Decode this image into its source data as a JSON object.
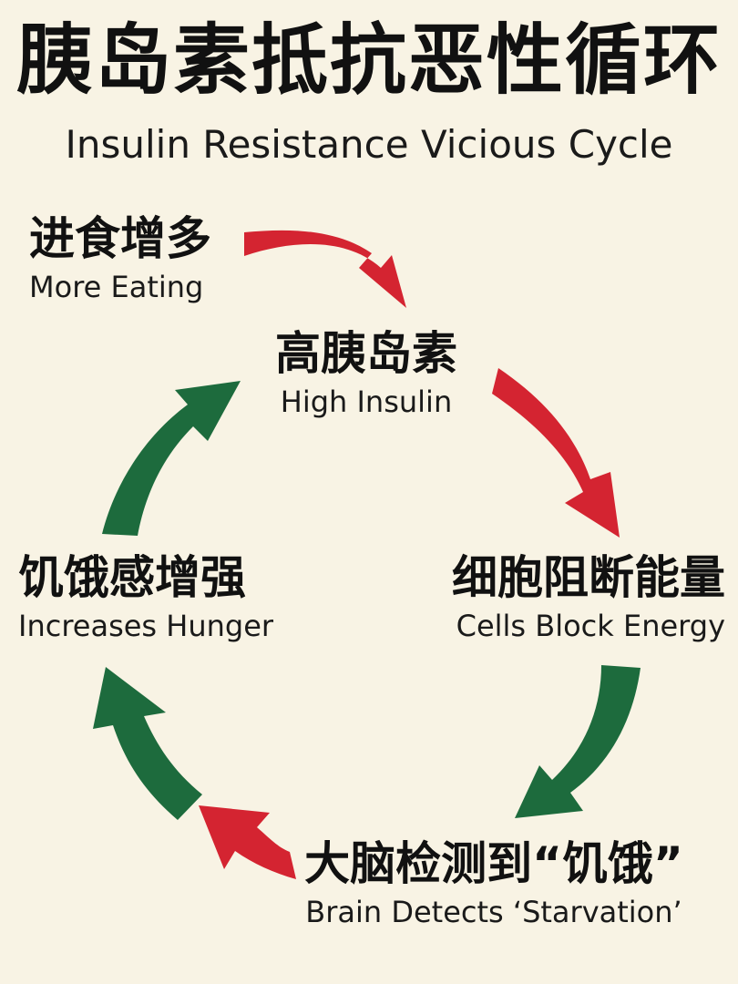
{
  "title": {
    "zh": "胰岛素抵抗恶性循环",
    "en": "Insulin Resistance Vicious Cycle"
  },
  "nodes": [
    {
      "id": "more-eating",
      "zh": "进食增多",
      "en": "More Eating"
    },
    {
      "id": "high-insulin",
      "zh": "高胰岛素",
      "en": "High Insulin"
    },
    {
      "id": "cells-block",
      "zh": "细胞阻断能量",
      "en": "Cells Block Energy"
    },
    {
      "id": "brain-detects",
      "zh": "大脑检测到“饥饿”",
      "en": "Brain Detects ‘Starvation’"
    },
    {
      "id": "hunger",
      "zh": "饥饿感增强",
      "en": "Increases Hunger"
    }
  ],
  "arrows": [
    {
      "from": "more-eating",
      "to": "high-insulin",
      "color": "#d42431"
    },
    {
      "from": "high-insulin",
      "to": "cells-block",
      "color": "#d42431"
    },
    {
      "from": "cells-block",
      "to": "brain-detects",
      "color": "#1d6b3d"
    },
    {
      "from": "brain-detects",
      "to": "hunger",
      "color": "#d42431"
    },
    {
      "from": "hunger",
      "to": "hunger-upper",
      "color": "#1d6b3d"
    },
    {
      "from": "hunger-upper",
      "to": "high-insulin",
      "color": "#1d6b3d"
    }
  ],
  "colors": {
    "background": "#f8f3e4",
    "red": "#d42431",
    "green": "#1d6b3d",
    "text": "#111111"
  }
}
